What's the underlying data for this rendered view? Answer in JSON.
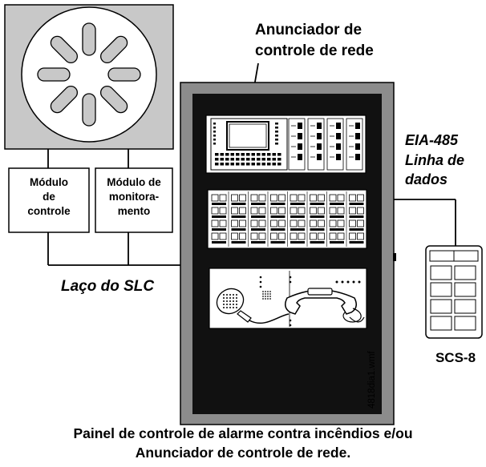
{
  "labels": {
    "network_annunciator": [
      "Anunciador de",
      "controle de rede"
    ],
    "eia485": [
      "EIA-485",
      "Linha de",
      "dados"
    ],
    "control_module": [
      "Módulo",
      "de",
      "controle"
    ],
    "monitor_module": [
      "Módulo de",
      "monitora-",
      "mento"
    ],
    "slc_loop": "Laço do SLC",
    "scs8": "SCS-8",
    "filename": "4818dia1.wmf",
    "caption": [
      "Painel de controle de alarme contra incêndios e/ou",
      "Anunciador de controle de rede."
    ]
  },
  "colors": {
    "ceiling_box": "#c8c8c8",
    "cabinet_frame": "#8c8c8c",
    "cabinet_inner": "#111111",
    "panel": "#ffffff",
    "line": "#000000"
  },
  "icons": [
    "speaker-icon",
    "microphone-icon",
    "telephone-handset-icon"
  ]
}
